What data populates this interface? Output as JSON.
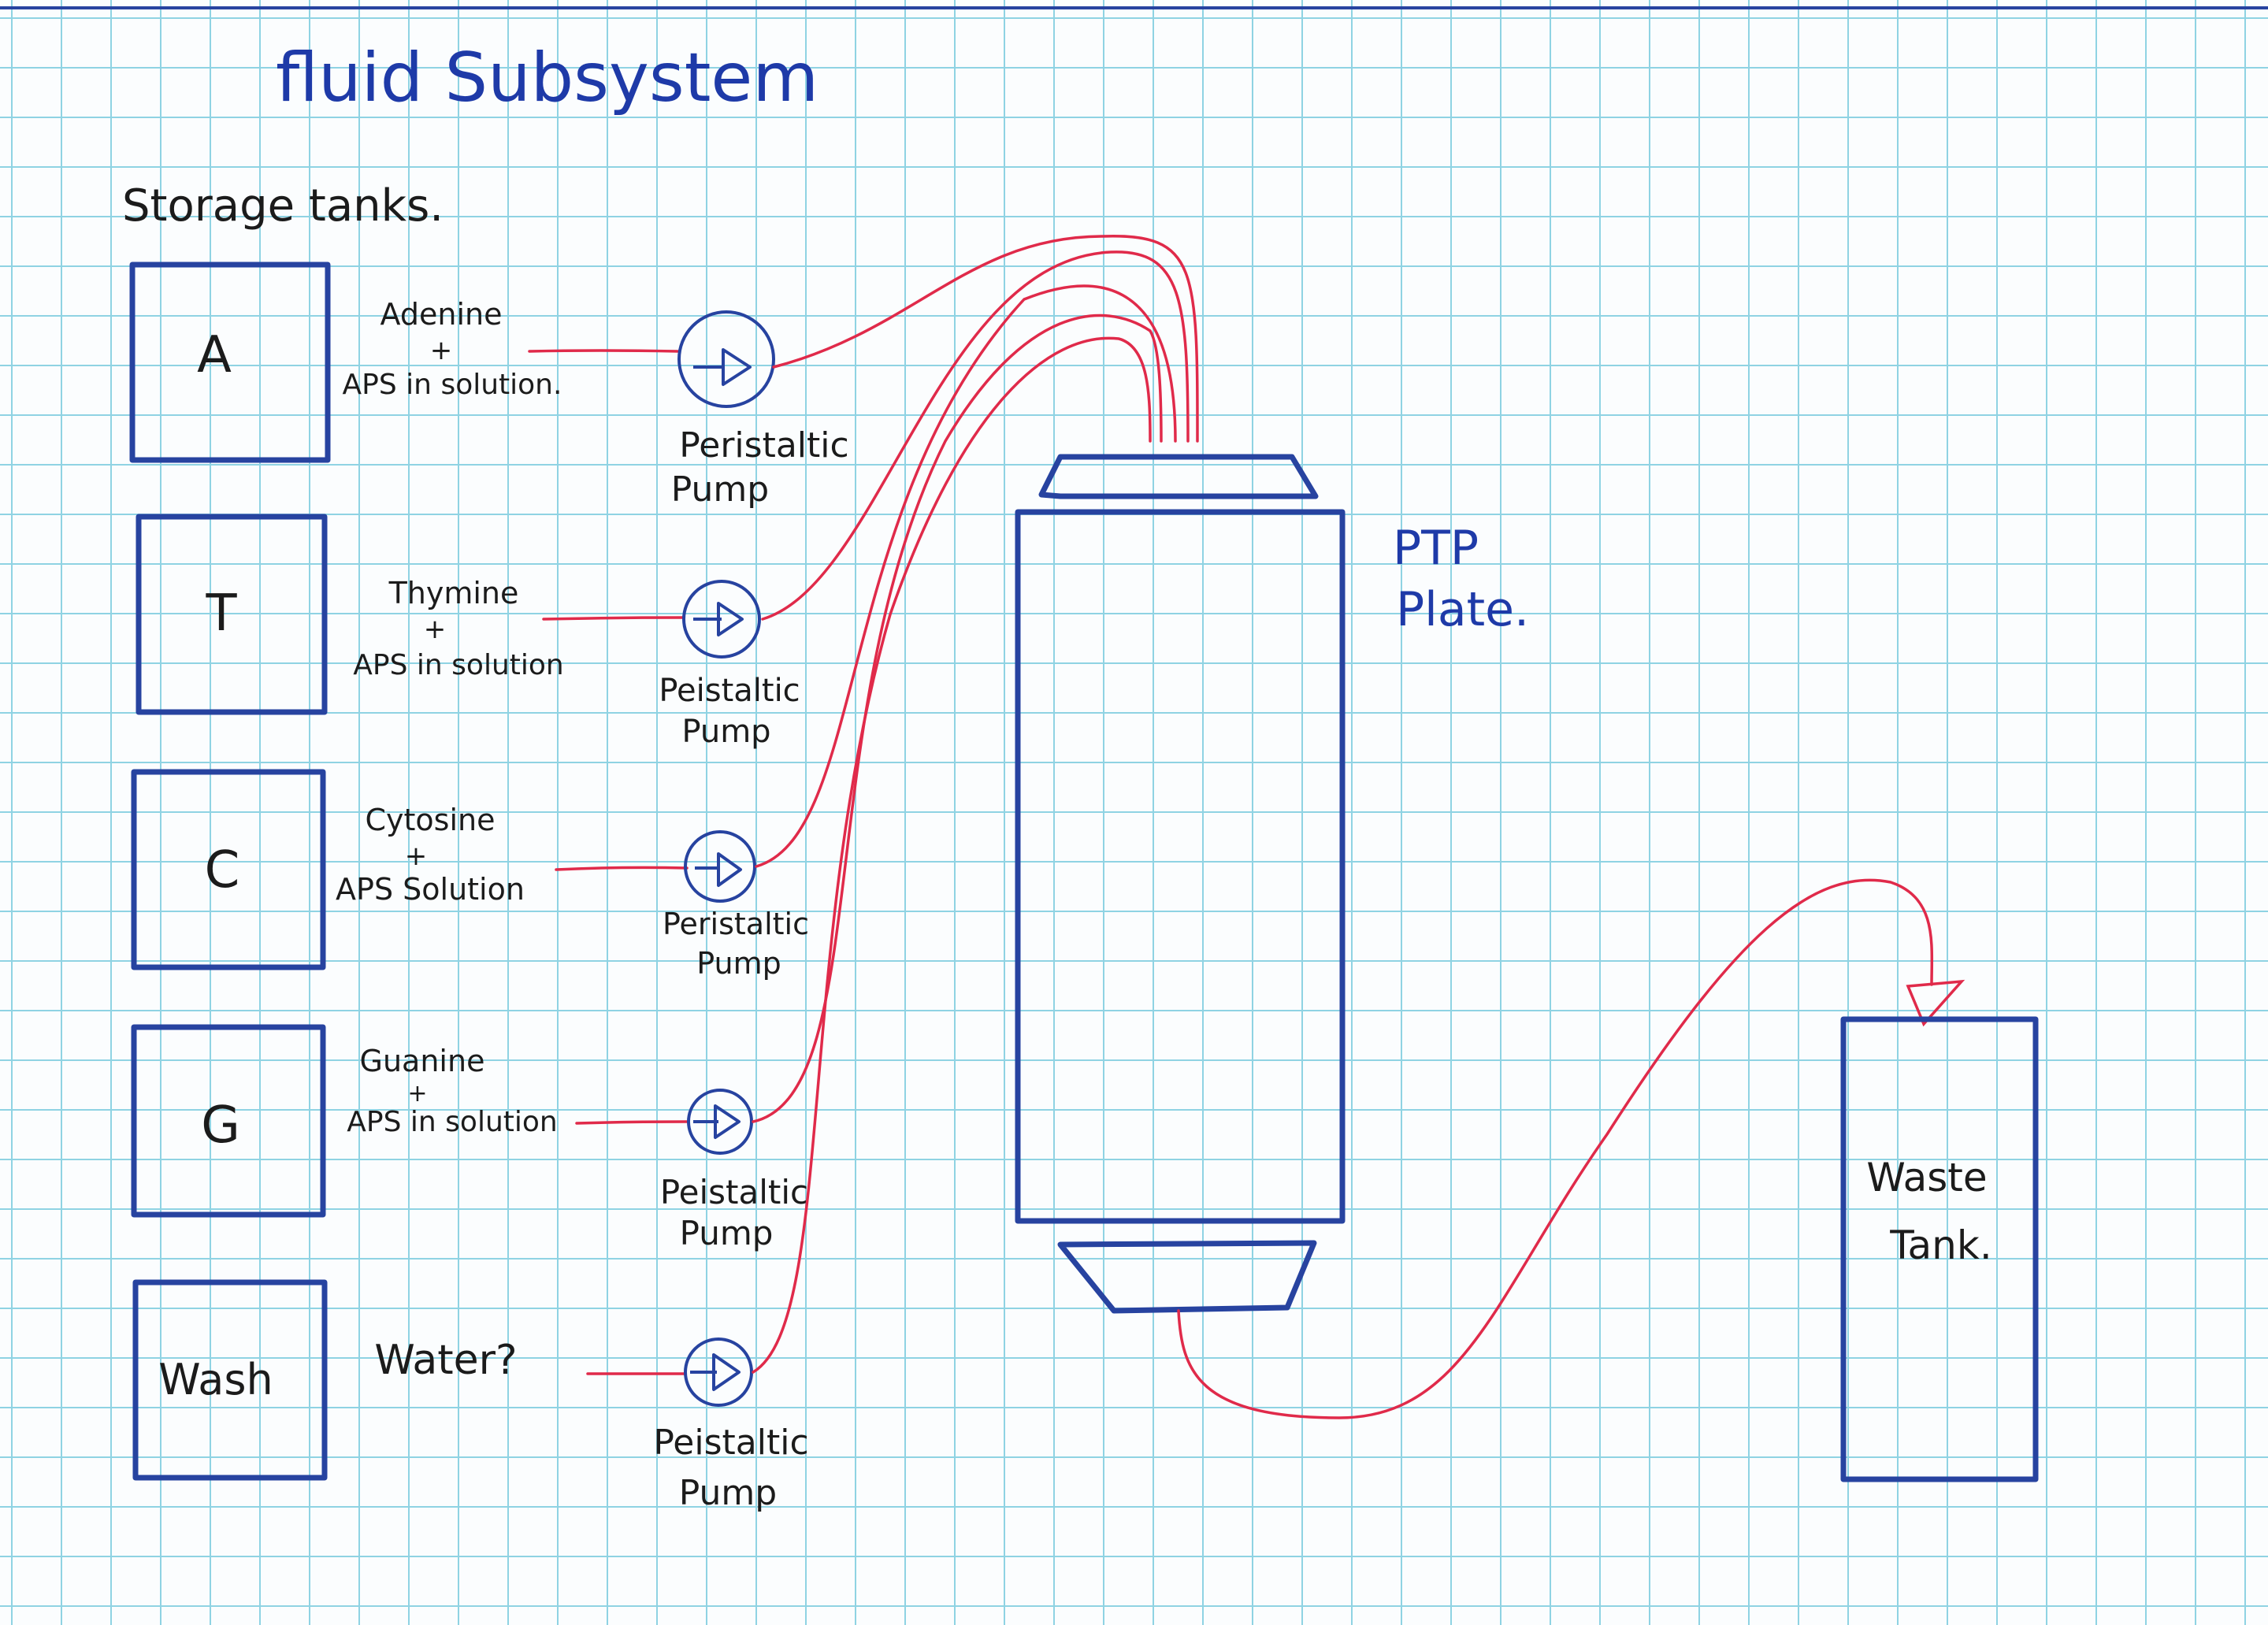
{
  "title": "fluid Subsystem",
  "storage_label": "Storage tanks.",
  "tanks": [
    {
      "label": "A",
      "solution_line1": "Adenine",
      "solution_plus": "+",
      "solution_line2": "APS in solution."
    },
    {
      "label": "T",
      "solution_line1": "Thymine",
      "solution_plus": "+",
      "solution_line2": "APS in solution"
    },
    {
      "label": "C",
      "solution_line1": "Cytosine",
      "solution_plus": "+",
      "solution_line2": "APS Solution"
    },
    {
      "label": "G",
      "solution_line1": "Guanine",
      "solution_plus": "+",
      "solution_line2": "APS in solution"
    },
    {
      "label": "Wash",
      "solution_line1": "Water?",
      "solution_plus": "",
      "solution_line2": ""
    }
  ],
  "pumps": [
    {
      "line1": "Peristaltic",
      "line2": "Pump"
    },
    {
      "line1": "Peistaltic",
      "line2": "Pump"
    },
    {
      "line1": "Peristaltic",
      "line2": "Pump"
    },
    {
      "line1": "Peistaltic",
      "line2": "Pump"
    },
    {
      "line1": "Peistaltic",
      "line2": "Pump"
    }
  ],
  "ptp": {
    "line1": "PTP",
    "line2": "Plate."
  },
  "waste": {
    "line1": "Waste",
    "line2": "Tank."
  },
  "colors": {
    "ink_blue": "#2743a0",
    "tube_red": "#e02a4a",
    "grid": "#8fd3e3",
    "text_dark": "#1b1b1b"
  }
}
